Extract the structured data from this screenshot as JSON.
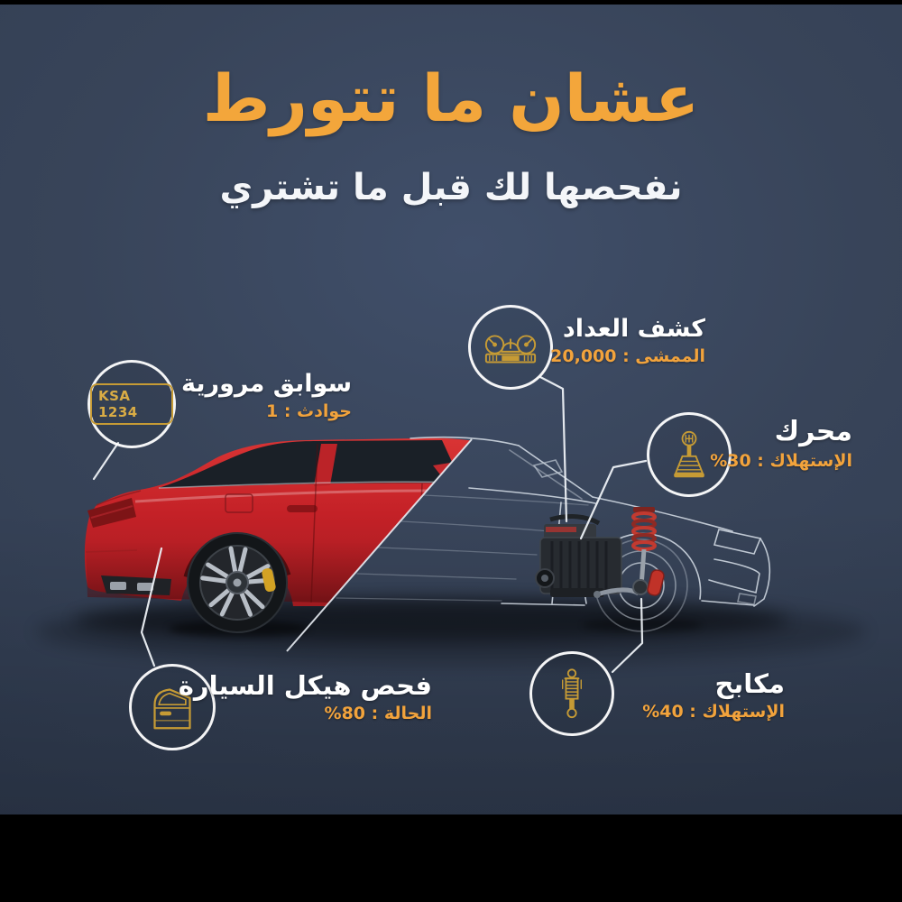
{
  "header": {
    "title": "عشان ما تتورط",
    "subtitle": "نفحصها لك قبل ما تشتري"
  },
  "callouts": {
    "odometer": {
      "title": "كشف العداد",
      "value": "الممشى : 20,000",
      "icon": "odometer-gauge-icon"
    },
    "traffic_history": {
      "title": "سوابق مرورية",
      "value": "حوادث : 1",
      "plate": "KSA 1234",
      "icon": "license-plate-icon"
    },
    "engine": {
      "title": "محرك",
      "value": "الإستهلاك : 30%",
      "icon": "gear-shifter-icon"
    },
    "body_inspection": {
      "title": "فحص هيكل السيارة",
      "value": "الحالة : 80%",
      "icon": "car-door-icon"
    },
    "brakes": {
      "title": "مكابح",
      "value": "الإستهلاك : 40%",
      "icon": "shock-absorber-icon"
    }
  },
  "colors": {
    "background": "#36435B",
    "accent_orange": "#F2A33C",
    "icon_gold": "#C69B35",
    "car_red": "#C42127",
    "line_white": "#E9EEF4"
  }
}
